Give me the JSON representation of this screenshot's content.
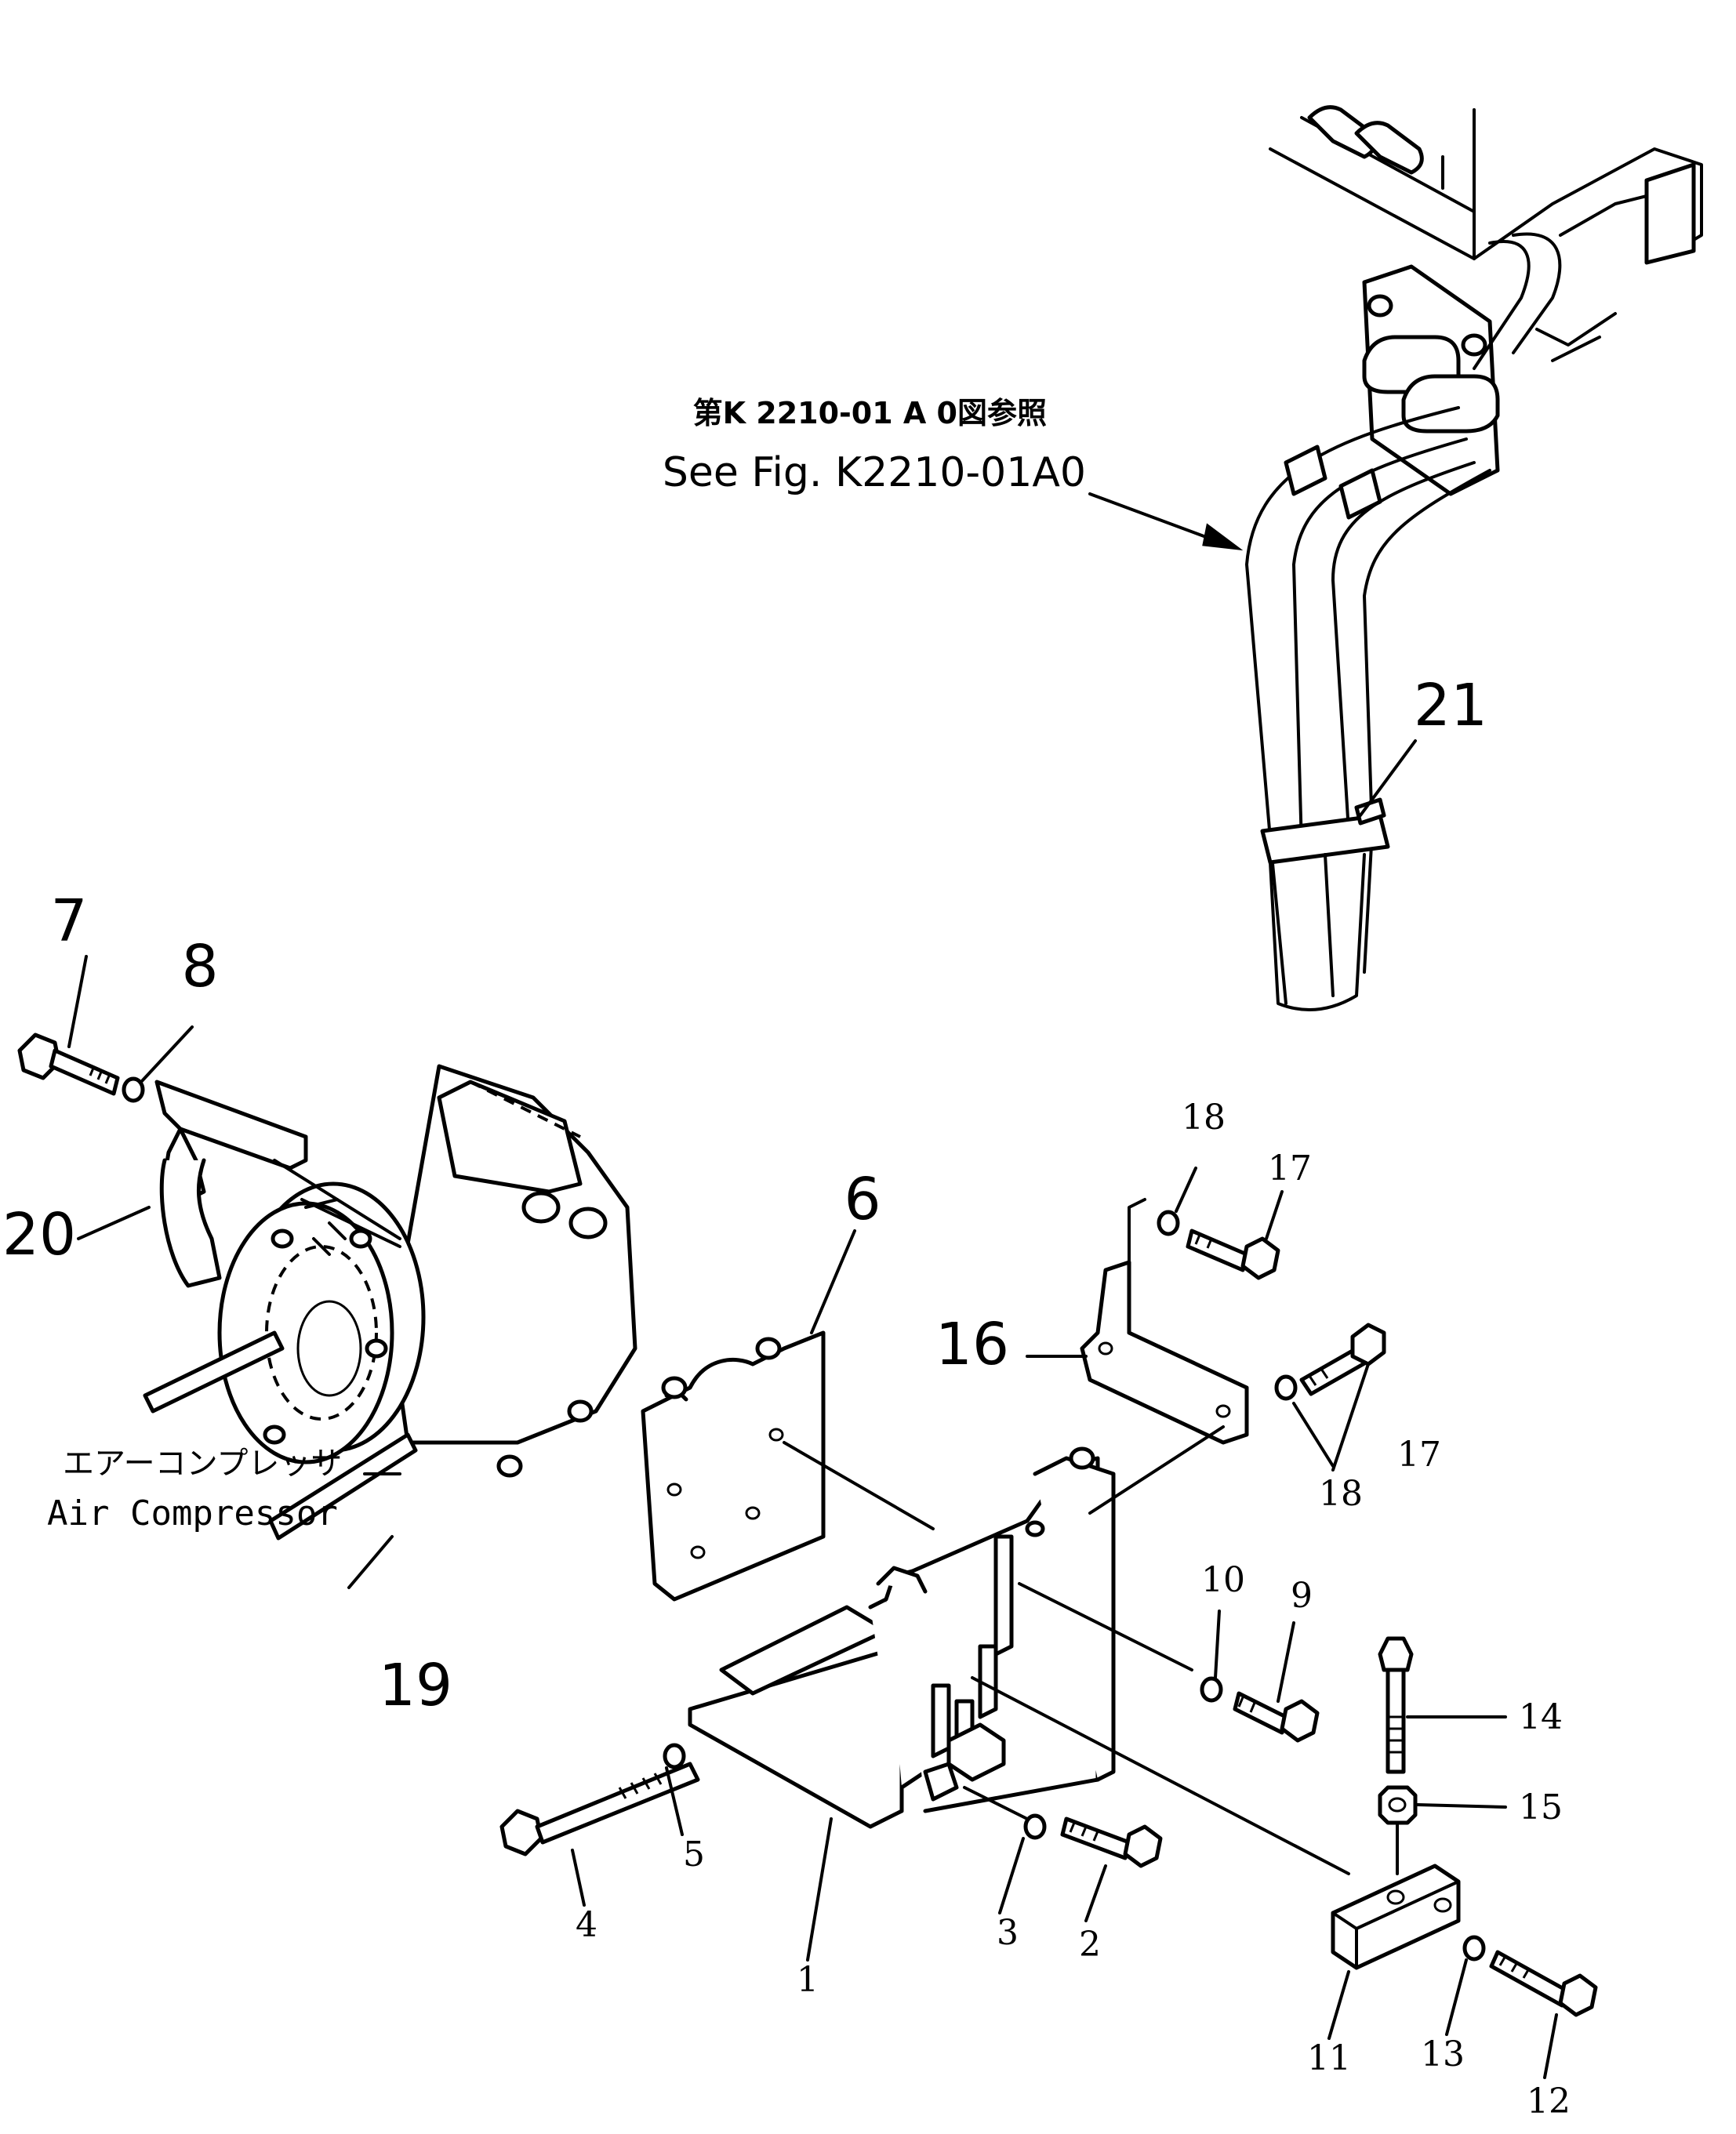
{
  "reference": {
    "jp": "第K 2210-01 A 0図参照",
    "en": "See Fig. K2210-01A0"
  },
  "component": {
    "jp": "エアーコンプレッサ",
    "en": "Air Compressor"
  },
  "callouts": {
    "c1": "1",
    "c2": "2",
    "c3": "3",
    "c4": "4",
    "c5": "5",
    "c6": "6",
    "c7": "7",
    "c8": "8",
    "c9": "9",
    "c10": "10",
    "c11": "11",
    "c12": "12",
    "c13": "13",
    "c14": "14",
    "c15": "15",
    "c16": "16",
    "c17a": "17",
    "c17b": "17",
    "c18a": "18",
    "c18b": "18",
    "c19": "19",
    "c20": "20",
    "c21": "21"
  }
}
